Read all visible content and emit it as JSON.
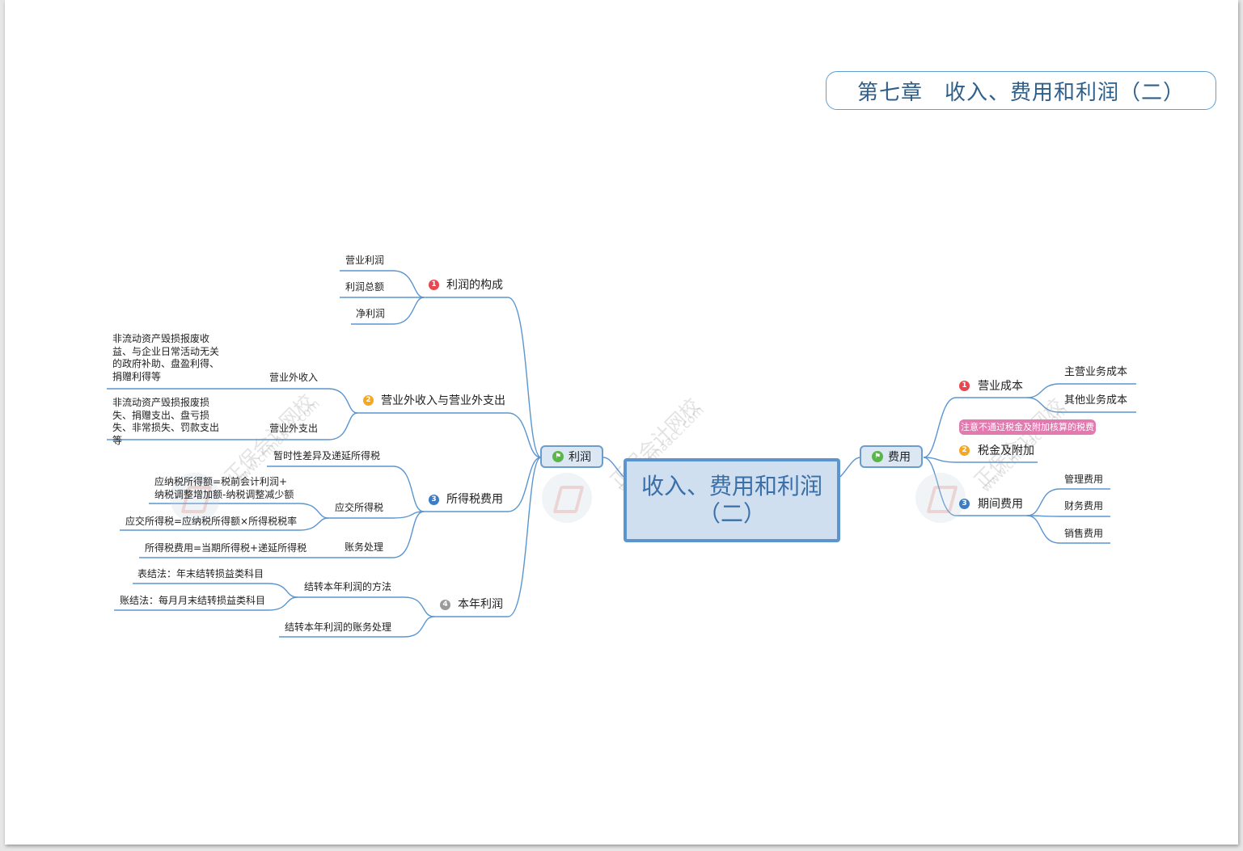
{
  "title": "第七章　收入、费用和利润（二）",
  "center": {
    "line1": "收入、费用和利润",
    "line2": "（二）"
  },
  "branches": {
    "left": "利润",
    "right": "费用"
  },
  "left": {
    "n1": {
      "num": "1",
      "label": "利润的构成",
      "children": [
        "营业利润",
        "利润总额",
        "净利润"
      ]
    },
    "n2": {
      "num": "2",
      "label": "营业外收入与营业外支出",
      "income": {
        "label": "营业外收入",
        "desc": "非流动资产毁损报废收益、与企业日常活动无关的政府补助、盘盈利得、捐赠利得等"
      },
      "expense": {
        "label": "营业外支出",
        "desc": "非流动资产毁损报废损失、捐赠支出、盘亏损失、非常损失、罚款支出等"
      }
    },
    "n3": {
      "num": "3",
      "label": "所得税费用",
      "c1": "暂时性差异及递延所得税",
      "c2": {
        "label": "应交所得税",
        "f1a": "应纳税所得额=税前会计利润+",
        "f1b": "纳税调整增加额-纳税调整减少额",
        "f2": "应交所得税=应纳税所得额×所得税税率"
      },
      "c3": {
        "label": "账务处理",
        "f": "所得税费用=当期所得税+递延所得税"
      }
    },
    "n4": {
      "num": "4",
      "label": "本年利润",
      "c1": {
        "label": "结转本年利润的方法",
        "a": "表结法：年末结转损益类科目",
        "b": "账结法：每月月末结转损益类科目"
      },
      "c2": "结转本年利润的账务处理"
    }
  },
  "right": {
    "n1": {
      "num": "1",
      "label": "营业成本",
      "children": [
        "主营业务成本",
        "其他业务成本"
      ]
    },
    "n2": {
      "num": "2",
      "label": "税金及附加",
      "note": "注意不通过税金及附加核算的税费"
    },
    "n3": {
      "num": "3",
      "label": "期间费用",
      "children": [
        "管理费用",
        "财务费用",
        "销售费用"
      ]
    }
  },
  "watermark": {
    "cn": "正保会计网校",
    "url": "www.chinaacc.com"
  },
  "colors": {
    "line": "#5b95cf",
    "branch_fill": "#dbe7f3",
    "center_fill": "#cfdff0",
    "title_text": "#2e5f8a",
    "callout": "#e27ab0"
  }
}
